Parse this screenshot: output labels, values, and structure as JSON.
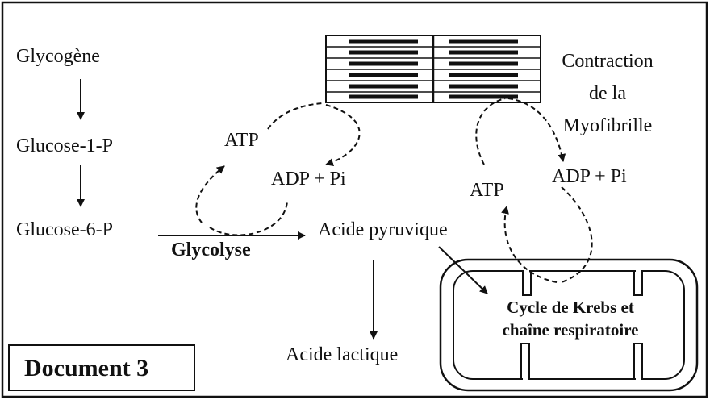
{
  "labels": {
    "glycogene": "Glycogène",
    "glucose1p": "Glucose-1-P",
    "glucose6p": "Glucose-6-P",
    "glycolyse": "Glycolyse",
    "acide_pyruvique": "Acide pyruvique",
    "acide_lactique": "Acide lactique",
    "atp_left": "ATP",
    "adp_left": "ADP + Pi",
    "atp_right": "ATP",
    "adp_right": "ADP + Pi",
    "contraction_line1": "Contraction",
    "contraction_line2": "de la",
    "contraction_line3": "Myofibrille",
    "krebs_line1": "Cycle de Krebs et",
    "krebs_line2": "chaîne respiratoire",
    "document": "Document 3"
  }
}
